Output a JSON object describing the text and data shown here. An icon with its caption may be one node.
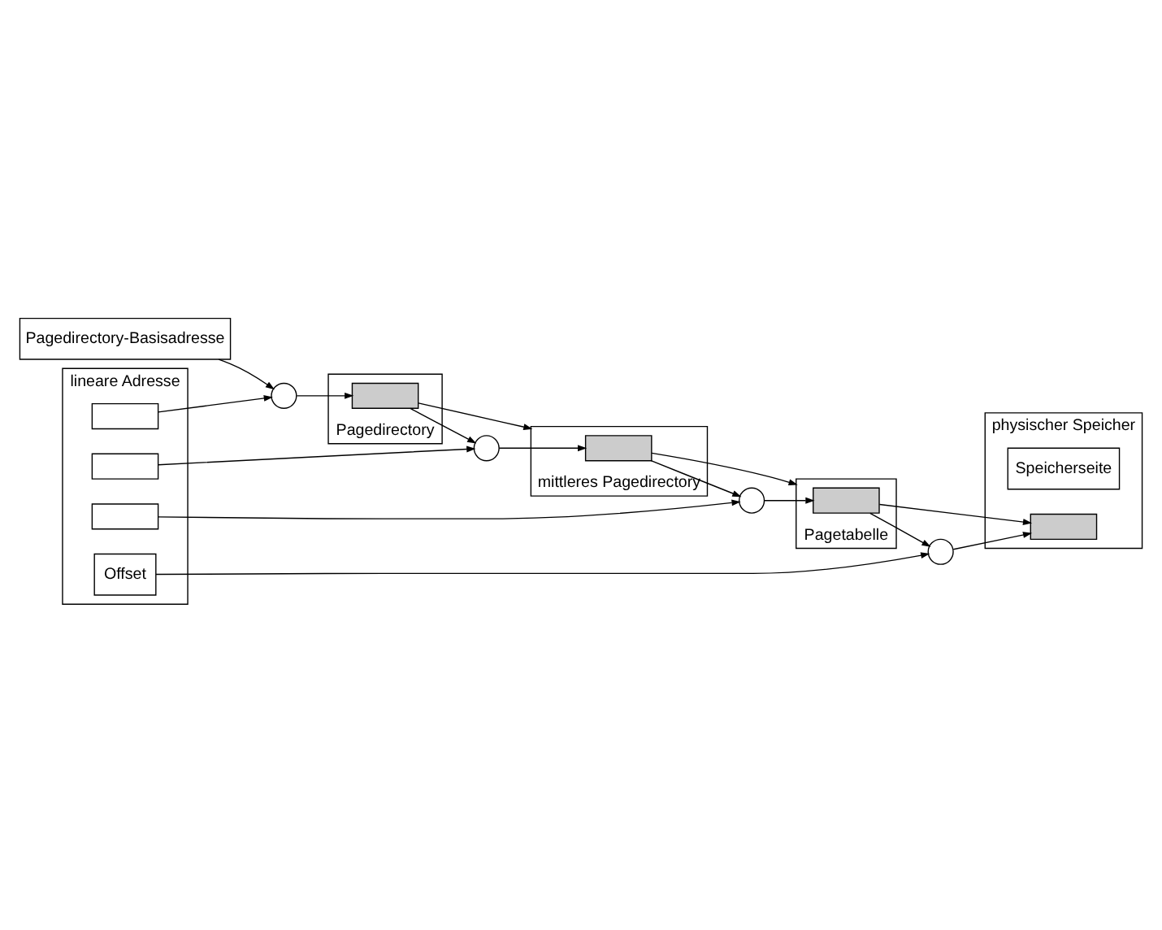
{
  "diagram": {
    "nodes": [
      {
        "text": [
          "lineare Adresse"
        ]
      },
      {
        "text": [],
        "shape": "box",
        "in": 0
      },
      {
        "text": [],
        "shape": "box",
        "in": 0
      },
      {
        "text": [],
        "shape": "box",
        "in": 0
      },
      {
        "text": [
          "Offset"
        ],
        "in": 0
      },
      {
        "text": [
          "physischer Speicher"
        ]
      },
      {
        "text": [
          "Speicherseite"
        ],
        "in": 5
      },
      {
        "text": [],
        "shape": "box",
        "in": 5
      },
      {
        "text": [
          "Pagedirectory"
        ]
      },
      {
        "text": [],
        "shape": "box",
        "in": 8
      },
      {
        "text": [
          "mittleres Pagedirectory"
        ]
      },
      {
        "text": [],
        "shape": "box",
        "in": 10
      },
      {
        "text": [
          "Pagetabelle"
        ]
      },
      {
        "text": [],
        "shape": "box",
        "in": 12
      },
      {
        "text": [],
        "shape": "circle"
      },
      {
        "text": [],
        "shape": "circle"
      },
      {
        "text": [],
        "shape": "circle"
      },
      {
        "text": [],
        "shape": "circle"
      },
      {
        "text": [
          "Pagedirectory-Basisadresse"
        ]
      }
    ],
    "edges": [
      {
        "from": 1,
        "to": 14,
        "arrow": "to"
      },
      {
        "from": 18,
        "to": 14,
        "arrow": "to"
      },
      {
        "from": 14,
        "to": 9,
        "arrow": "to"
      },
      {
        "from": 9,
        "to": 15,
        "arrow": "to"
      },
      {
        "from": 9,
        "to": 10,
        "arrow": "to"
      },
      {
        "from": 2,
        "to": 15,
        "arrow": "to"
      },
      {
        "from": 15,
        "to": 11,
        "arrow": "to"
      },
      {
        "from": 11,
        "to": 16,
        "arrow": "to"
      },
      {
        "from": 11,
        "to": 12,
        "arrow": "to"
      },
      {
        "from": 3,
        "to": 16,
        "arrow": "to"
      },
      {
        "from": 16,
        "to": 13,
        "arrow": "to"
      },
      {
        "from": 13,
        "to": 17,
        "arrow": "to"
      },
      {
        "from": 13,
        "to": 7,
        "arrow": "to"
      },
      {
        "from": 4,
        "to": 17,
        "arrow": "to"
      },
      {
        "from": 17,
        "to": 7,
        "arrow": "to"
      }
    ]
  }
}
